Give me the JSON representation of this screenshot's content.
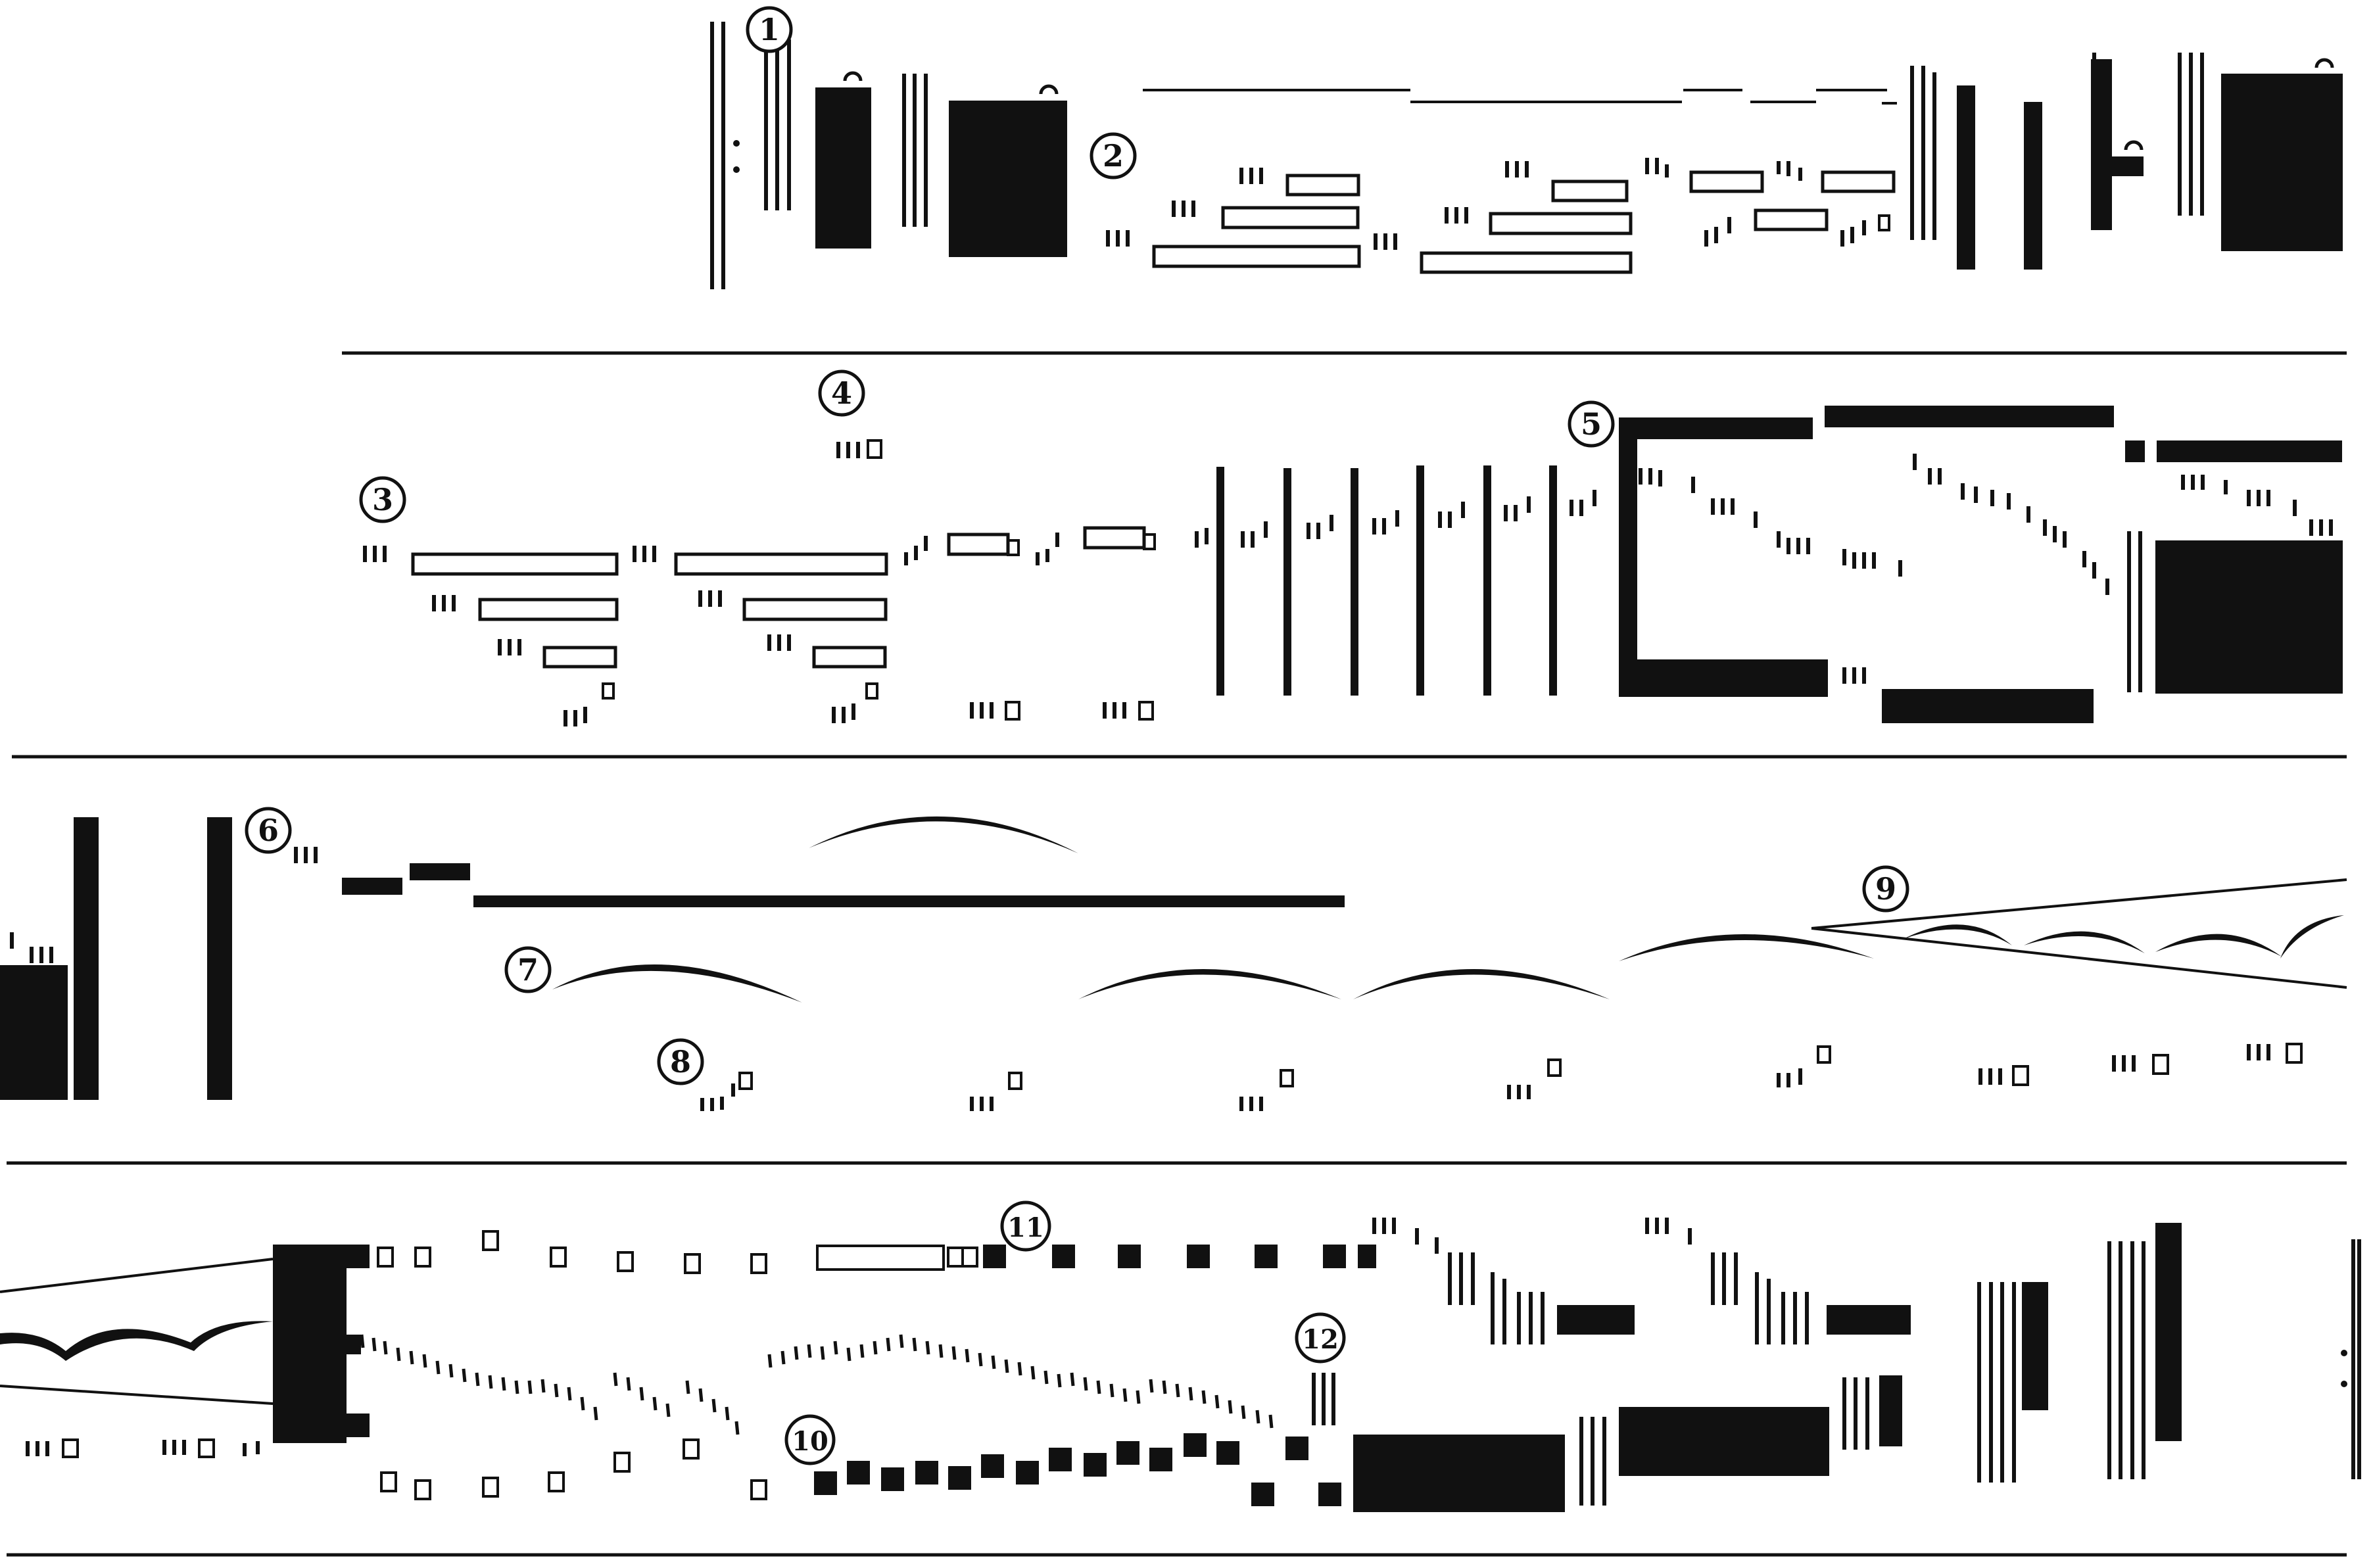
{
  "markers": [
    "1",
    "2",
    "3",
    "4",
    "5",
    "6",
    "7",
    "8",
    "9",
    "10",
    "11",
    "12"
  ],
  "colors": {
    "ink": "#111111",
    "paper": "#ffffff"
  }
}
